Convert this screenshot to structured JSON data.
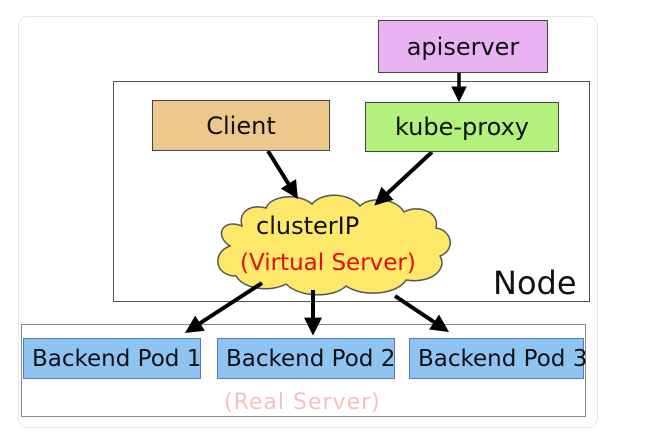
{
  "nodes": {
    "apiserver": "apiserver",
    "client": "Client",
    "kube_proxy": "kube-proxy",
    "cluster_ip": "clusterIP",
    "virtual_server": "(Virtual Server)",
    "node": "Node",
    "pods": [
      "Backend Pod 1",
      "Backend Pod 2",
      "Backend Pod 3"
    ],
    "real_server": "(Real Server)"
  },
  "colors": {
    "apiserver": "#e9b3f3",
    "client": "#ecc88c",
    "kube_proxy": "#b2f27c",
    "cloud": "#fde86a",
    "pod": "#8ec3f2",
    "virtual_server_text": "#e01010"
  }
}
